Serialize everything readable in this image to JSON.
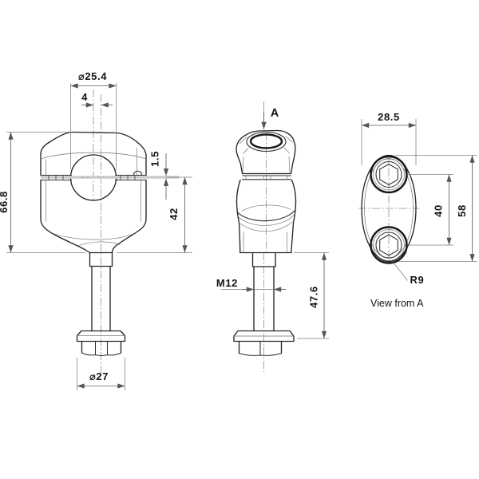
{
  "drawing": {
    "front_view": {
      "bar_clamp_diameter": "⌀25.4",
      "clamp_offset": "4",
      "clamp_gap": "1.5",
      "bar_center_to_base": "42",
      "overall_height": "66.8",
      "flange_diameter": "⌀27"
    },
    "side_view": {
      "view_arrow_label": "A",
      "thread_spec": "M12",
      "stem_length": "47.6"
    },
    "view_from_a": {
      "mount_width": "28.5",
      "bolt_spacing": "40",
      "mount_length": "58",
      "corner_radius": "R9",
      "caption": "View from A"
    }
  },
  "colors": {
    "outline": "#262626",
    "dimension_line": "#7f7f7f",
    "gap_highlight": "#cbcbcb",
    "background": "#ffffff"
  }
}
